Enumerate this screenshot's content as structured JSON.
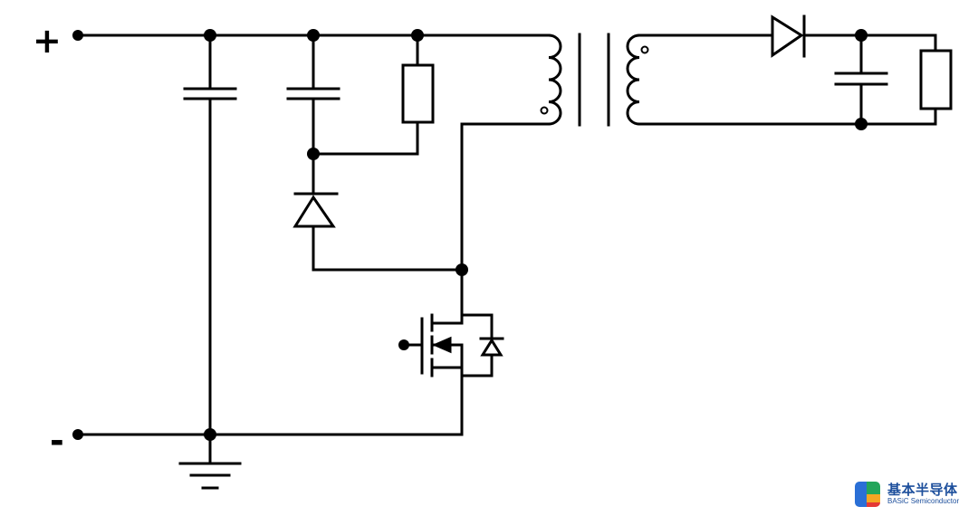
{
  "terminals": {
    "positive": "+",
    "negative": "-"
  },
  "logo": {
    "name_cn": "基本半导体",
    "name_en": "BASiC Semiconductor"
  },
  "colors": {
    "line": "#000000",
    "logo_text": "#1d4f9c",
    "logo_blue": "#2a6fd6",
    "logo_green": "#23a55a",
    "logo_orange": "#f5a623",
    "logo_red": "#e53935"
  },
  "components": [
    "input-bulk-capacitor",
    "snubber-capacitor",
    "snubber-resistor",
    "snubber-diode",
    "flyback-transformer",
    "mosfet-switch",
    "output-rectifier-diode",
    "output-capacitor",
    "load-resistor",
    "ground"
  ]
}
